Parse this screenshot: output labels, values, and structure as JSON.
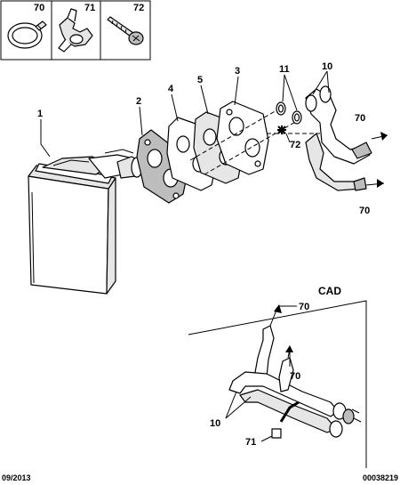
{
  "inset_labels": [
    "70",
    "71",
    "72"
  ],
  "callouts": {
    "c1": "1",
    "c2": "2",
    "c3": "3",
    "c4": "4",
    "c5": "5",
    "c10_top": "10",
    "c11": "11",
    "c70_a": "70",
    "c70_b": "70",
    "c72": "72",
    "c70_c": "70",
    "c70_d": "70",
    "c10_bottom": "10",
    "c71": "71"
  },
  "variant_label": "CAD",
  "footer": {
    "date": "09/2013",
    "ref": "00038219"
  }
}
